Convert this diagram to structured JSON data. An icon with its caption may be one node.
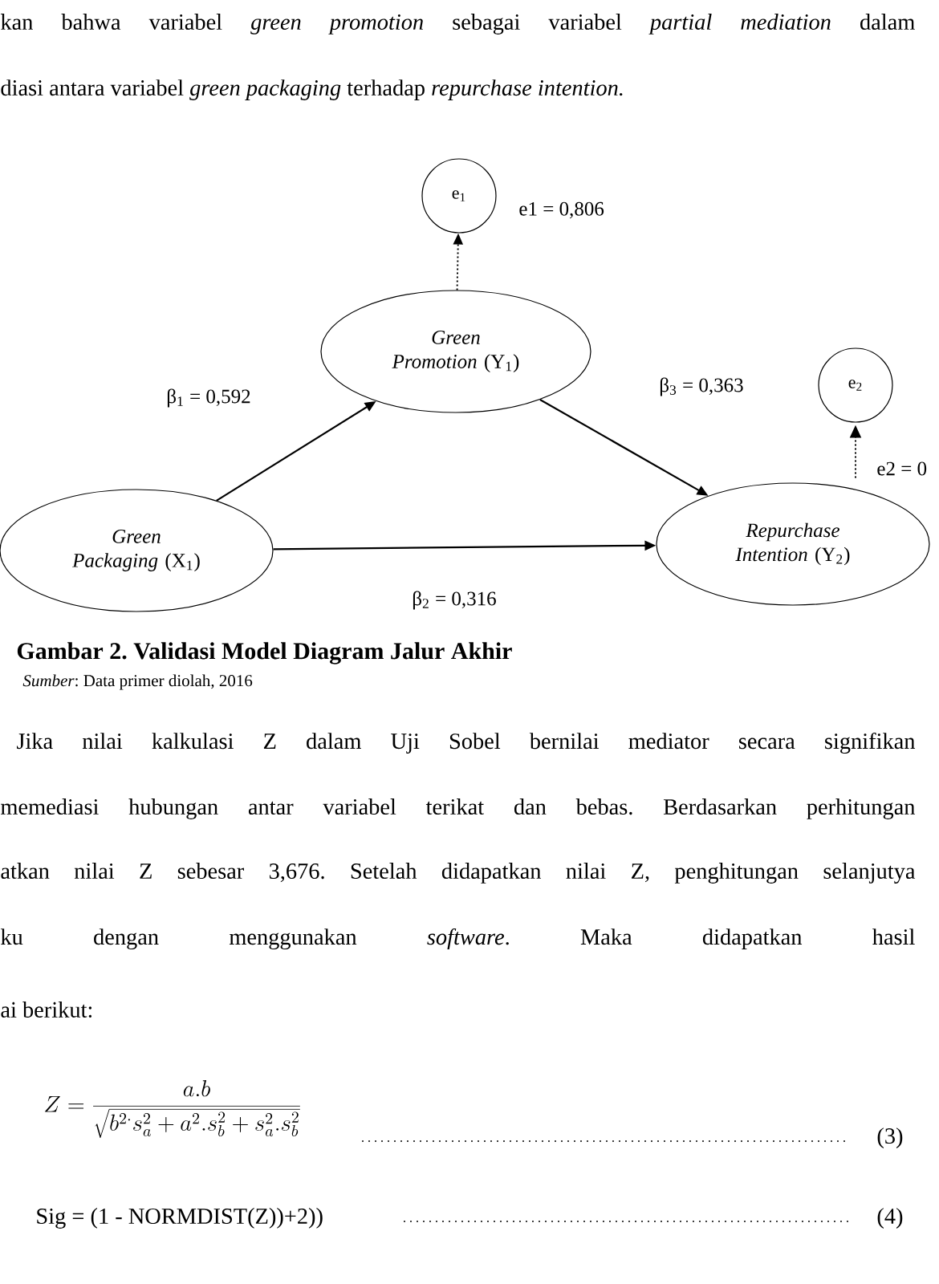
{
  "diagram": {
    "caption": "Gambar 2. Validasi Model Diagram Jalur Akhir",
    "nodes": [
      {
        "text": [
          "e$_{1}$"
        ]
      },
      {
        "text": [
          "*Green Promotion* (Y$_{1}$)"
        ]
      },
      {
        "text": [
          "e$_{2}$"
        ]
      },
      {
        "text": [
          "*Green Packaging* (X$_{1}$)"
        ]
      },
      {
        "text": [
          "*Repurchase Intention* (Y$_{2}$)"
        ]
      }
    ],
    "edges": [
      {
        "from": 3,
        "to": 1,
        "arrow": "to",
        "label": "β$_{1}$ = 0,592"
      },
      {
        "from": 3,
        "to": 4,
        "arrow": "to",
        "label": "β$_{2}$ = 0,316"
      },
      {
        "from": 1,
        "to": 4,
        "arrow": "to",
        "label": "β$_{3}$ = 0,363"
      },
      {
        "from": 1,
        "to": 0,
        "arrow": "to",
        "style": "dashed",
        "label": "e1 = 0,806"
      },
      {
        "from": 4,
        "to": 2,
        "arrow": "to",
        "style": "dashed",
        "label": "e2 = 0"
      }
    ],
    "labels": [
      "kan bahwa variabel *green promotion* sebagai variabel *partial mediation* dalam",
      "diasi antara variabel *green packaging* terhadap *repurchase intention.*",
      "*Sumber*: Data primer diolah, 2016",
      "Jika nilai kalkulasi Z dalam Uji Sobel bernilai mediator secara signifikan",
      "memediasi hubungan antar variabel terikat dan bebas. Berdasarkan perhitungan",
      "atkan nilai Z sebesar 3,676. Setelah didapatkan nilai Z, penghitungan selanjutya",
      "ku dengan menggunakan *software*. Maka didapatkan hasil",
      "ai berikut:",
      "Z = \\frac{a.b}{\\sqrt{b^{2\\cdot}s_{a}^{2} + a^{2}.s_{b}^{2} + s_{a}^{2}.s_{b}^{2}}}",
      "(3)",
      "Sig = (1 - NORMDIST(Z))+2))",
      "(4)"
    ]
  }
}
